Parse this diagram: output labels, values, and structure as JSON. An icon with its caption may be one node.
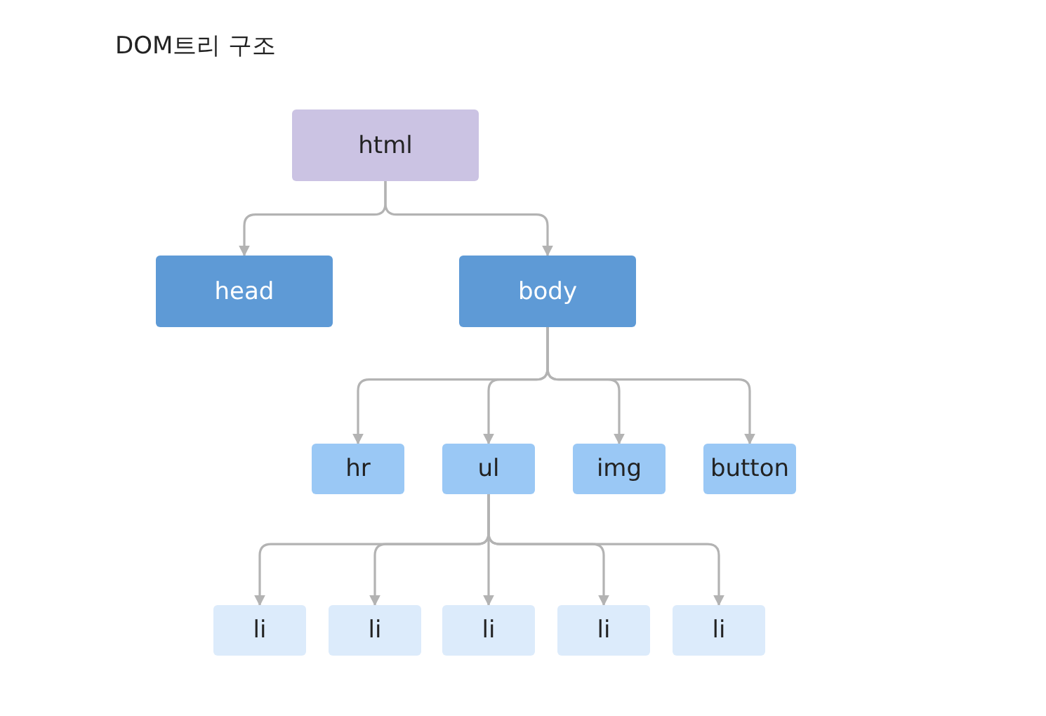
{
  "diagram": {
    "title": "DOM트리 구조",
    "nodes": [
      {
        "text": [
          "html"
        ]
      },
      {
        "text": [
          "head"
        ]
      },
      {
        "text": [
          "body"
        ]
      },
      {
        "text": [
          "hr"
        ]
      },
      {
        "text": [
          "ul"
        ]
      },
      {
        "text": [
          "img"
        ]
      },
      {
        "text": [
          "button"
        ]
      },
      {
        "text": [
          "li"
        ]
      },
      {
        "text": [
          "li"
        ]
      },
      {
        "text": [
          "li"
        ]
      },
      {
        "text": [
          "li"
        ]
      },
      {
        "text": [
          "li"
        ]
      }
    ],
    "edges": [
      {
        "from": 0,
        "to": 1,
        "arrow": "to"
      },
      {
        "from": 0,
        "to": 2,
        "arrow": "to"
      },
      {
        "from": 2,
        "to": 3,
        "arrow": "to"
      },
      {
        "from": 2,
        "to": 4,
        "arrow": "to"
      },
      {
        "from": 2,
        "to": 5,
        "arrow": "to"
      },
      {
        "from": 2,
        "to": 6,
        "arrow": "to"
      },
      {
        "from": 4,
        "to": 7,
        "arrow": "to"
      },
      {
        "from": 4,
        "to": 8,
        "arrow": "to"
      },
      {
        "from": 4,
        "to": 9,
        "arrow": "to"
      },
      {
        "from": 4,
        "to": 10,
        "arrow": "to"
      },
      {
        "from": 4,
        "to": 11,
        "arrow": "to"
      }
    ]
  }
}
